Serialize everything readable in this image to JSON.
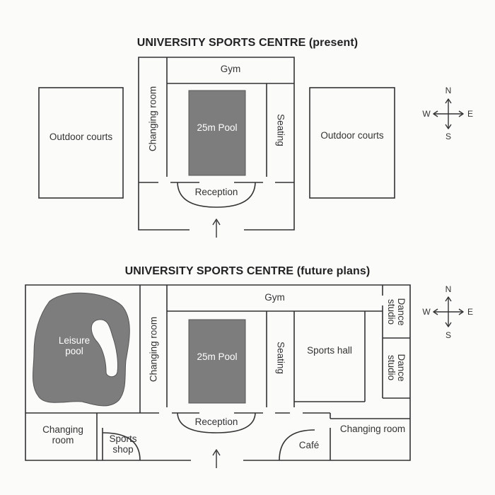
{
  "present": {
    "title": "UNIVERSITY SPORTS CENTRE (present)",
    "rooms": {
      "outdoor_courts_w": "Outdoor courts",
      "outdoor_courts_e": "Outdoor courts",
      "gym": "Gym",
      "changing_room": "Changing room",
      "pool": "25m Pool",
      "seating": "Seating",
      "reception": "Reception"
    }
  },
  "future": {
    "title": "UNIVERSITY SPORTS CENTRE (future plans)",
    "rooms": {
      "leisure_pool": "Leisure pool",
      "changing_room_inner": "Changing room",
      "gym": "Gym",
      "pool": "25m Pool",
      "seating": "Seating",
      "sports_hall": "Sports hall",
      "dance_studio_top": "Dance studio",
      "dance_studio_bottom": "Dance studio",
      "changing_room_sw": "Changing room",
      "sports_shop": "Sports shop",
      "reception": "Reception",
      "cafe": "Café",
      "changing_room_se": "Changing room"
    }
  },
  "compass": {
    "north": "N",
    "south": "S",
    "east": "E",
    "west": "W"
  },
  "colors": {
    "pool_fill": "#7d7d7d",
    "wall": "#333333",
    "background": "#fbfbfa"
  }
}
